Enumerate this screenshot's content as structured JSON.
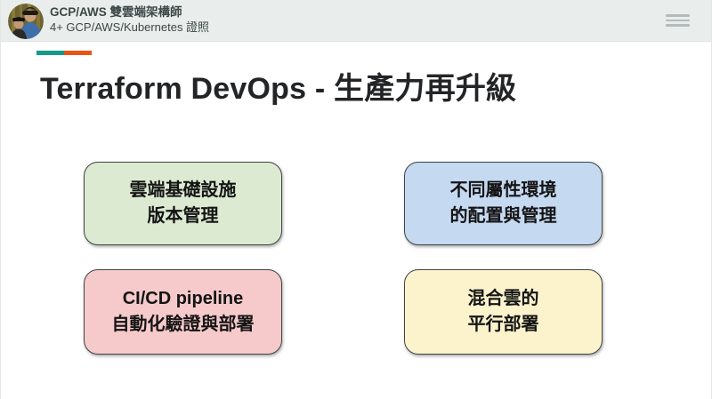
{
  "header": {
    "title": "GCP/AWS 雙雲端架構師",
    "subtitle": "4+ GCP/AWS/Kubernetes 證照"
  },
  "slide": {
    "title": "Terraform DevOps - 生產力再升級",
    "accent": {
      "teal": "#15998a",
      "orange": "#e85417"
    },
    "cards": [
      {
        "line1": "雲端基礎設施",
        "line2": "版本管理",
        "bg": "#dcead2"
      },
      {
        "line1": "不同屬性環境",
        "line2": "的配置與管理",
        "bg": "#c5d9f1"
      },
      {
        "line1": "CI/CD pipeline",
        "line2": "自動化驗證與部署",
        "bg": "#f6caca"
      },
      {
        "line1": "混合雲的",
        "line2": "平行部署",
        "bg": "#fcf3cd"
      }
    ]
  },
  "icons": {
    "menu": "hamburger-menu-icon",
    "avatar": "profile-photo"
  }
}
